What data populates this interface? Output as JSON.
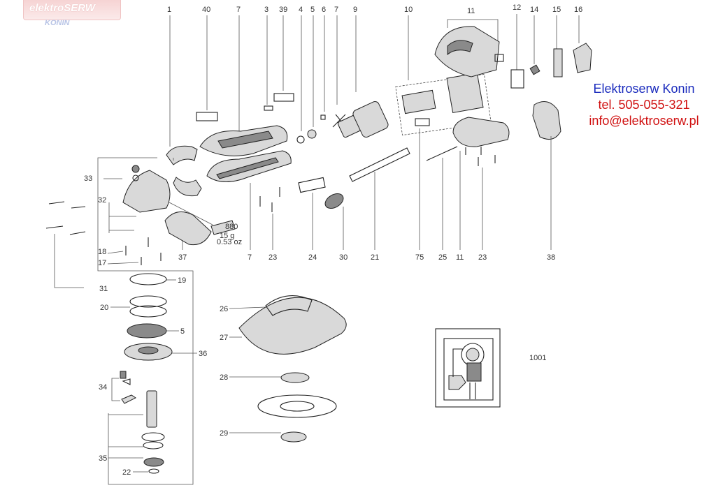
{
  "watermark": {
    "brand": "elektroSERW",
    "city": "KONIN"
  },
  "contact": {
    "company": "Elektroserw Konin",
    "phone": "tel. 505-055-321",
    "email": "info@elektroserw.pl"
  },
  "labels": {
    "top_row": [
      "1",
      "40",
      "7",
      "3",
      "39",
      "4",
      "5",
      "6",
      "7",
      "9",
      "10",
      "11",
      "12",
      "14",
      "15",
      "16"
    ],
    "bottom_row": [
      "37",
      "7",
      "23",
      "24",
      "30",
      "21",
      "75",
      "25",
      "11",
      "23",
      "38"
    ],
    "left_column": [
      "33",
      "32",
      "18",
      "17",
      "31"
    ],
    "gear_stack": [
      "19",
      "20",
      "5",
      "36"
    ],
    "spindle": [
      "34",
      "35",
      "22"
    ],
    "guard": [
      "26",
      "27",
      "28",
      "29"
    ],
    "grease_text": [
      "880",
      "15 g",
      "0.53 oz"
    ],
    "drawing_code": "1001"
  },
  "colors": {
    "contact_company": "#1a2bbd",
    "contact_lines": "#d01010",
    "watermark_bg": "#f6d3d3"
  }
}
